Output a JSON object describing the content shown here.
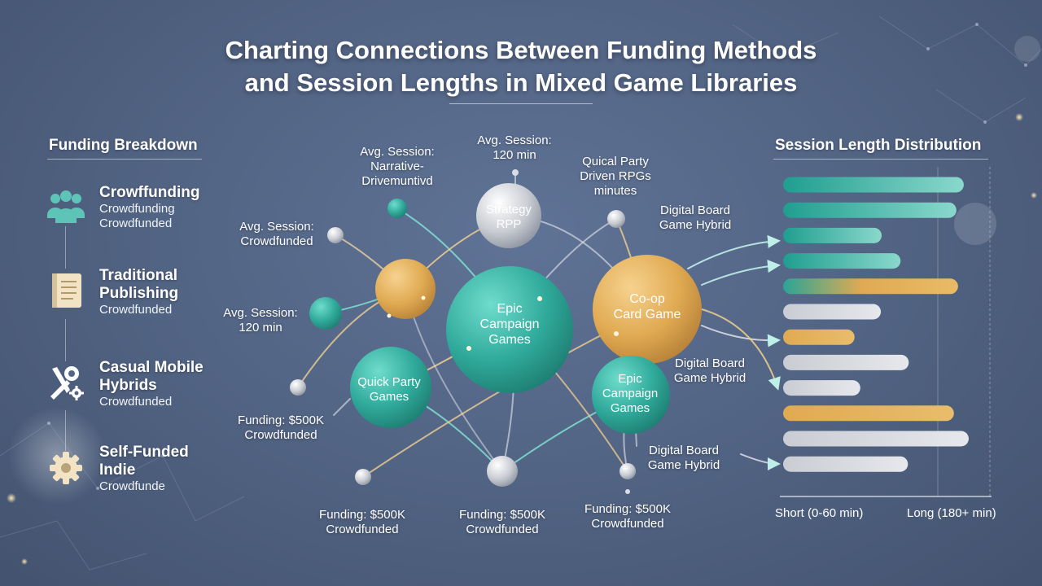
{
  "title": {
    "line1": "Charting Connections Between Funding Methods",
    "line2": "and Session Lengths in Mixed Game Libraries"
  },
  "funding_breakdown": {
    "heading": "Funding Breakdown",
    "items": [
      {
        "label": "Crowffunding",
        "sub": "Crowdfunding\nCrowdfunded",
        "icon": "people-group-icon",
        "color": "#5fc4b8"
      },
      {
        "label": "Traditional\nPublishing",
        "sub": "Crowdfunded",
        "icon": "book-icon",
        "color": "#f1e3c4"
      },
      {
        "label": "Casual Mobile\nHybrids",
        "sub": "Crowdfunded",
        "icon": "tools-gear-icon",
        "color": "#ffffff"
      },
      {
        "label": "Self-Funded\nIndie",
        "sub": "Crowdfunde",
        "icon": "gear-icon",
        "color": "#f1e3c4"
      }
    ]
  },
  "network": {
    "nodes": [
      {
        "id": "strategy",
        "label_lines": [
          "Strategy",
          "RPP"
        ],
        "color": "#c9ccd2"
      },
      {
        "id": "epic_center",
        "label_lines": [
          "Epic",
          "Campaign",
          "Games"
        ],
        "color": "#2fa99a"
      },
      {
        "id": "coop",
        "label_lines": [
          "Co-op",
          "Card Game"
        ],
        "color": "#e0aa52"
      },
      {
        "id": "quick_party",
        "label_lines": [
          "Quick Party",
          "Games"
        ],
        "color": "#2fa99a"
      },
      {
        "id": "epic_small",
        "label_lines": [
          "Epic",
          "Campaign",
          "Games"
        ],
        "color": "#2fa99a"
      }
    ],
    "annotations": [
      {
        "id": "ann-narrative",
        "text": "Avg. Session:\nNarrative-\nDrivemuntivd"
      },
      {
        "id": "ann-top-session",
        "text": "Avg. Session:\n120 min"
      },
      {
        "id": "ann-quical",
        "text": "Quical Party\nDriven RPGs\nminutes"
      },
      {
        "id": "ann-digital-1",
        "text": "Digital Board\nGame Hybrid"
      },
      {
        "id": "ann-avg-crowd",
        "text": "Avg. Session:\nCrowdfunded"
      },
      {
        "id": "ann-avg-120",
        "text": "Avg. Session:\n120 min"
      },
      {
        "id": "ann-digital-2",
        "text": "Digital Board\nGame Hybrid"
      },
      {
        "id": "ann-funding-left",
        "text": "Funding: $500K\nCrowdfunded"
      },
      {
        "id": "ann-digital-3",
        "text": "Digital Board\nGame Hybrid"
      },
      {
        "id": "ann-funding-bl",
        "text": "Funding: $500K\nCrowdfunded"
      },
      {
        "id": "ann-funding-bm",
        "text": "Funding: $500K\nCrowdfunded"
      },
      {
        "id": "ann-funding-br",
        "text": "Funding: $500K\nCrowdfunded"
      }
    ]
  },
  "session_distribution": {
    "heading": "Session Length Distribution",
    "axis_short": "Short (0-60 min)",
    "axis_long": "Long (180+ min)",
    "scale_max": 230,
    "bars": [
      {
        "value": 220,
        "style": "teal"
      },
      {
        "value": 211,
        "style": "teal"
      },
      {
        "value": 120,
        "style": "teal"
      },
      {
        "value": 143,
        "style": "teal"
      },
      {
        "value": 213,
        "style": "teal-gold"
      },
      {
        "value": 119,
        "style": "gray"
      },
      {
        "value": 87,
        "style": "gold"
      },
      {
        "value": 153,
        "style": "gray"
      },
      {
        "value": 94,
        "style": "gray"
      },
      {
        "value": 208,
        "style": "gold"
      },
      {
        "value": 226,
        "style": "gray"
      },
      {
        "value": 152,
        "style": "gray"
      }
    ]
  },
  "colors": {
    "teal": "#2fa99a",
    "gold": "#e0aa52",
    "gray": "#c9ccd2",
    "line_teal": "#7fe0d2",
    "line_gold": "#f0cf8e"
  }
}
